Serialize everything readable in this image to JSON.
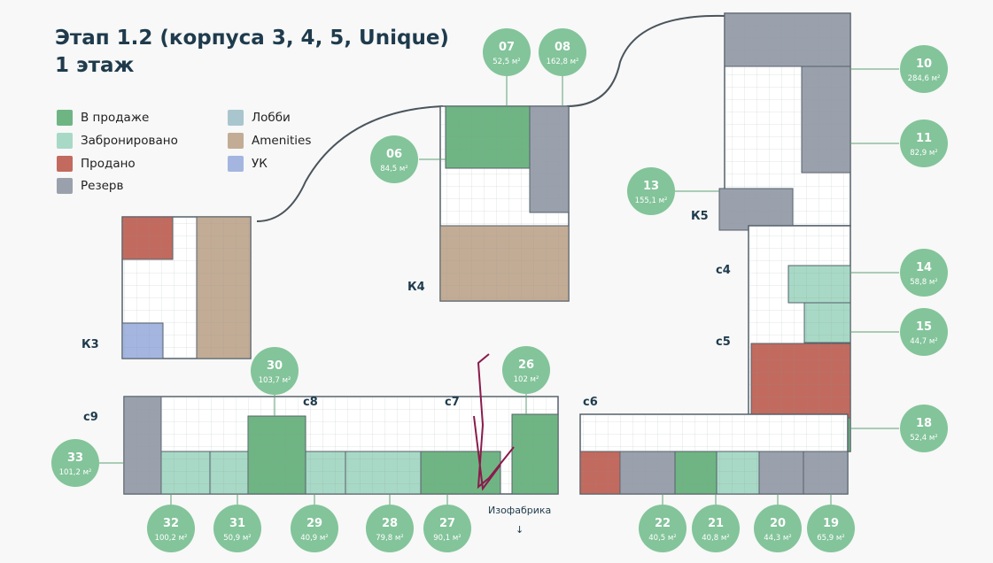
{
  "title": {
    "line1": "Этап 1.2 (корпуса 3, 4, 5, Unique)",
    "line2": "1 этаж"
  },
  "colors": {
    "sale": "#6fb583",
    "booked": "#a8d9c6",
    "sold": "#c26a5e",
    "reserve": "#9aa1ad",
    "lobby": "#a9c6cf",
    "amenities": "#c3ac95",
    "uk": "#a4b6e0",
    "bubble": "#83c49a",
    "common": "#ffffff",
    "wall": "#55606a",
    "text": "#1f3b4d"
  },
  "legend": [
    {
      "label": "В продаже",
      "color": "#6fb583"
    },
    {
      "label": "Забронировано",
      "color": "#a8d9c6"
    },
    {
      "label": "Продано",
      "color": "#c26a5e"
    },
    {
      "label": "Резерв",
      "color": "#9aa1ad"
    },
    {
      "label": "Лобби",
      "color": "#a9c6cf"
    },
    {
      "label": "Amenities",
      "color": "#c3ac95"
    },
    {
      "label": "УК",
      "color": "#a4b6e0"
    }
  ],
  "buildings": [
    {
      "label": "К3"
    },
    {
      "label": "К4"
    },
    {
      "label": "К5"
    }
  ],
  "sections": [
    {
      "label": "с4"
    },
    {
      "label": "с5"
    },
    {
      "label": "с6"
    },
    {
      "label": "с7"
    },
    {
      "label": "с8"
    },
    {
      "label": "с9"
    }
  ],
  "units": [
    {
      "num": "07",
      "area": "52,5 м²"
    },
    {
      "num": "08",
      "area": "162,8 м²"
    },
    {
      "num": "06",
      "area": "84,5 м²"
    },
    {
      "num": "10",
      "area": "284,6 м²"
    },
    {
      "num": "11",
      "area": "82,9 м²"
    },
    {
      "num": "13",
      "area": "155,1 м²"
    },
    {
      "num": "14",
      "area": "58,8 м²"
    },
    {
      "num": "15",
      "area": "44,7 м²"
    },
    {
      "num": "18",
      "area": "52,4 м²"
    },
    {
      "num": "30",
      "area": "103,7 м²"
    },
    {
      "num": "26",
      "area": "102 м²"
    },
    {
      "num": "33",
      "area": "101,2 м²"
    },
    {
      "num": "32",
      "area": "100,2 м²"
    },
    {
      "num": "31",
      "area": "50,9 м²"
    },
    {
      "num": "29",
      "area": "40,9 м²"
    },
    {
      "num": "28",
      "area": "79,8 м²"
    },
    {
      "num": "27",
      "area": "90,1 м²"
    },
    {
      "num": "22",
      "area": "40,5 м²"
    },
    {
      "num": "21",
      "area": "40,8 м²"
    },
    {
      "num": "20",
      "area": "44,3 м²"
    },
    {
      "num": "19",
      "area": "65,9 м²"
    }
  ],
  "caption": {
    "text": "Изофабрика",
    "arrow": "↓"
  }
}
